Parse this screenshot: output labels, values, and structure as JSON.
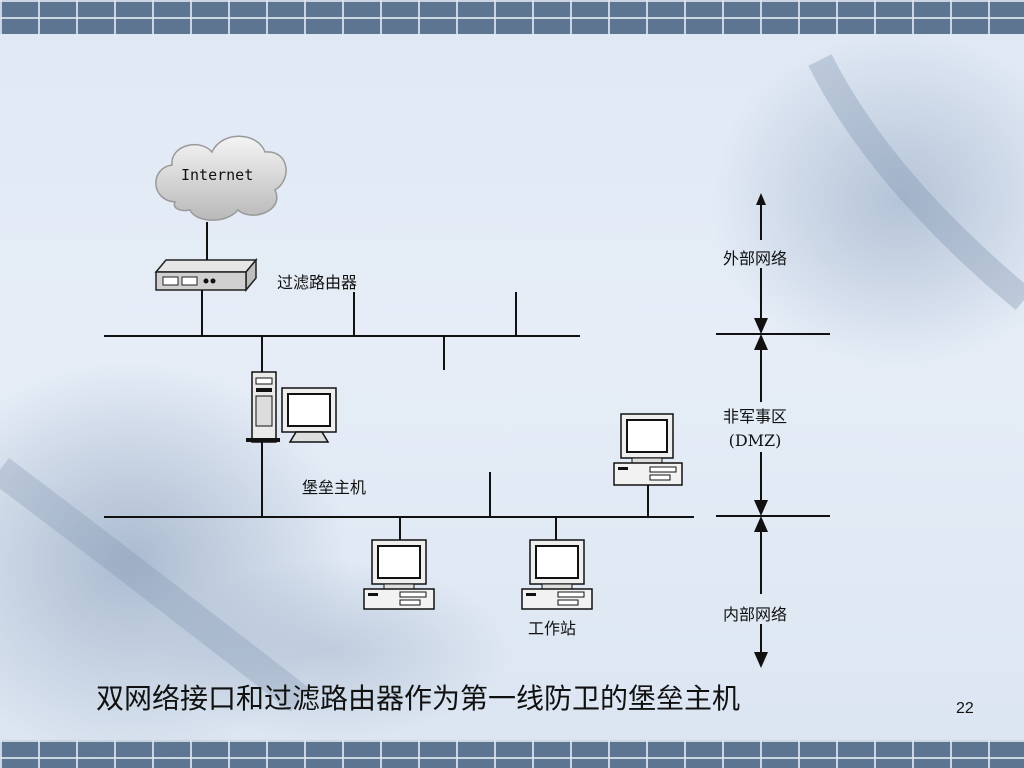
{
  "diagram": {
    "internet_label": "Internet",
    "router_label": "过滤路由器",
    "bastion_label": "堡垒主机",
    "workstation_label": "工作站",
    "zones": {
      "external": "外部网络",
      "dmz_line1": "非军事区",
      "dmz_line2": "(DMZ)",
      "internal": "内部网络"
    }
  },
  "caption": "双网络接口和过滤路由器作为第一线防卫的堡垒主机",
  "page_number": "22",
  "colors": {
    "line": "#111111",
    "background": "#e3eaf5",
    "brick_band": "#5d7591"
  }
}
